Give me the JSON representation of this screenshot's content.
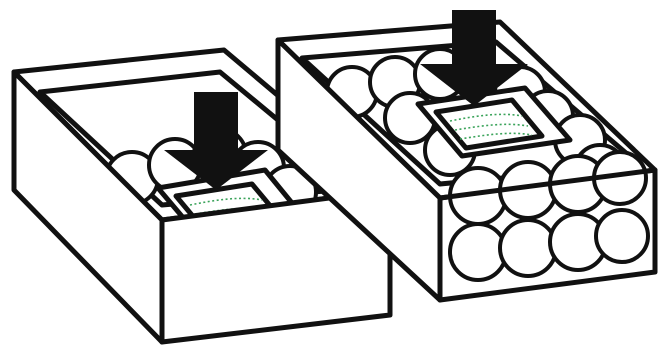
{
  "illustration": {
    "panels": [
      {
        "id": "left",
        "fill_level": "partial"
      },
      {
        "id": "right",
        "fill_level": "full"
      }
    ],
    "colors": {
      "outline": "#111111",
      "background": "#ffffff",
      "sachet_print": "#3aa35a"
    },
    "icons": [
      "down-arrow-icon",
      "desiccant-packet-icon",
      "ball"
    ]
  }
}
